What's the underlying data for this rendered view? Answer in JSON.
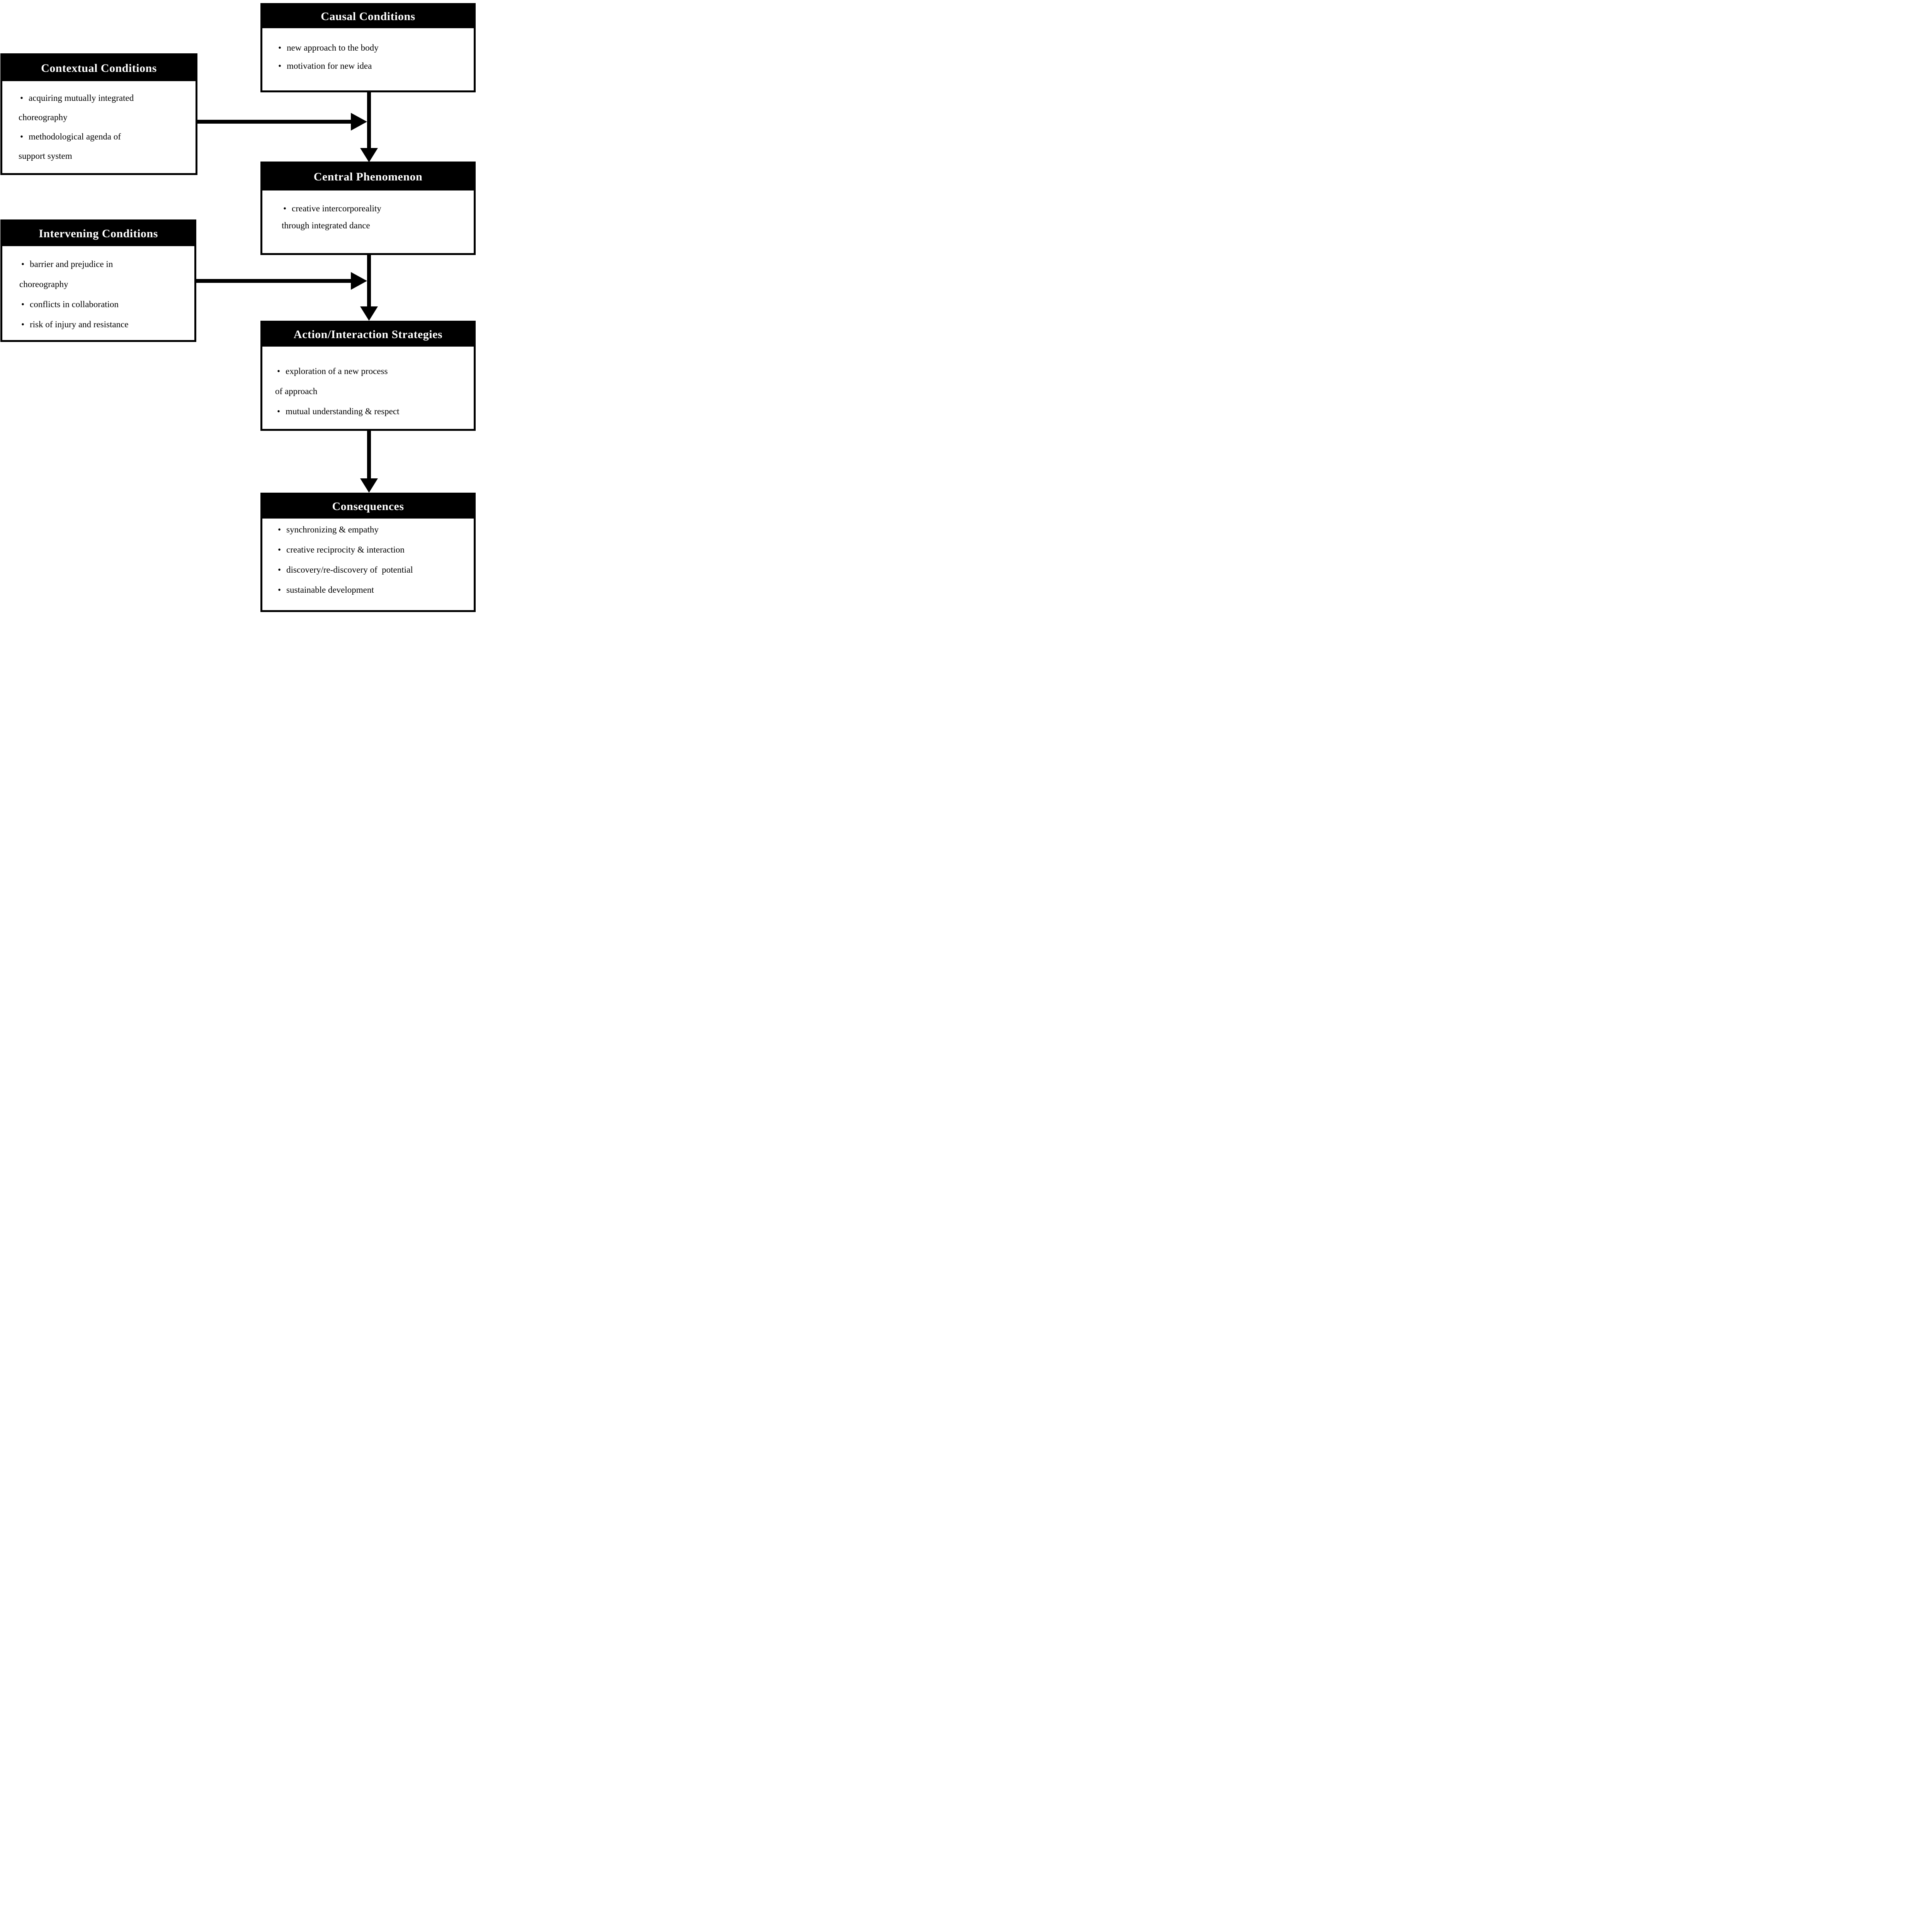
{
  "diagram": {
    "kind": "grounded-theory paradigm model flowchart",
    "colors": {
      "box_border": "#000000",
      "header_bg": "#000000",
      "header_text": "#ffffff",
      "body_bg": "#ffffff",
      "body_text": "#000000",
      "arrow": "#000000"
    },
    "bullet_glyph": "•",
    "boxes": {
      "causal": {
        "title": "Causal Conditions",
        "items": [
          [
            "new approach to the body"
          ],
          [
            "motivation for new idea"
          ]
        ]
      },
      "contextual": {
        "title": "Contextual Conditions",
        "items": [
          [
            "acquiring mutually integrated",
            "choreography"
          ],
          [
            "methodological agenda of",
            "support system"
          ]
        ]
      },
      "central": {
        "title": "Central Phenomenon",
        "items": [
          [
            "creative intercorporeality",
            "through integrated dance"
          ]
        ]
      },
      "intervening": {
        "title": "Intervening Conditions",
        "items": [
          [
            "barrier and prejudice in",
            "choreography"
          ],
          [
            "conflicts in collaboration"
          ],
          [
            "risk of injury and resistance"
          ]
        ]
      },
      "action": {
        "title": "Action/Interaction Strategies",
        "items": [
          [
            "exploration of a new process",
            "of approach"
          ],
          [
            "mutual understanding & respect"
          ]
        ]
      },
      "consequences": {
        "title": "Consequences",
        "items": [
          [
            "synchronizing & empathy"
          ],
          [
            "creative reciprocity & interaction"
          ],
          [
            "discovery/re-discovery of  potential"
          ],
          [
            "sustainable development"
          ]
        ]
      }
    },
    "arrows": [
      {
        "from": "causal",
        "to": "central",
        "type": "vertical"
      },
      {
        "from": "contextual",
        "to": "causal-central-connector",
        "type": "horizontal"
      },
      {
        "from": "central",
        "to": "action",
        "type": "vertical"
      },
      {
        "from": "intervening",
        "to": "central-action-connector",
        "type": "horizontal"
      },
      {
        "from": "action",
        "to": "consequences",
        "type": "vertical"
      }
    ]
  }
}
